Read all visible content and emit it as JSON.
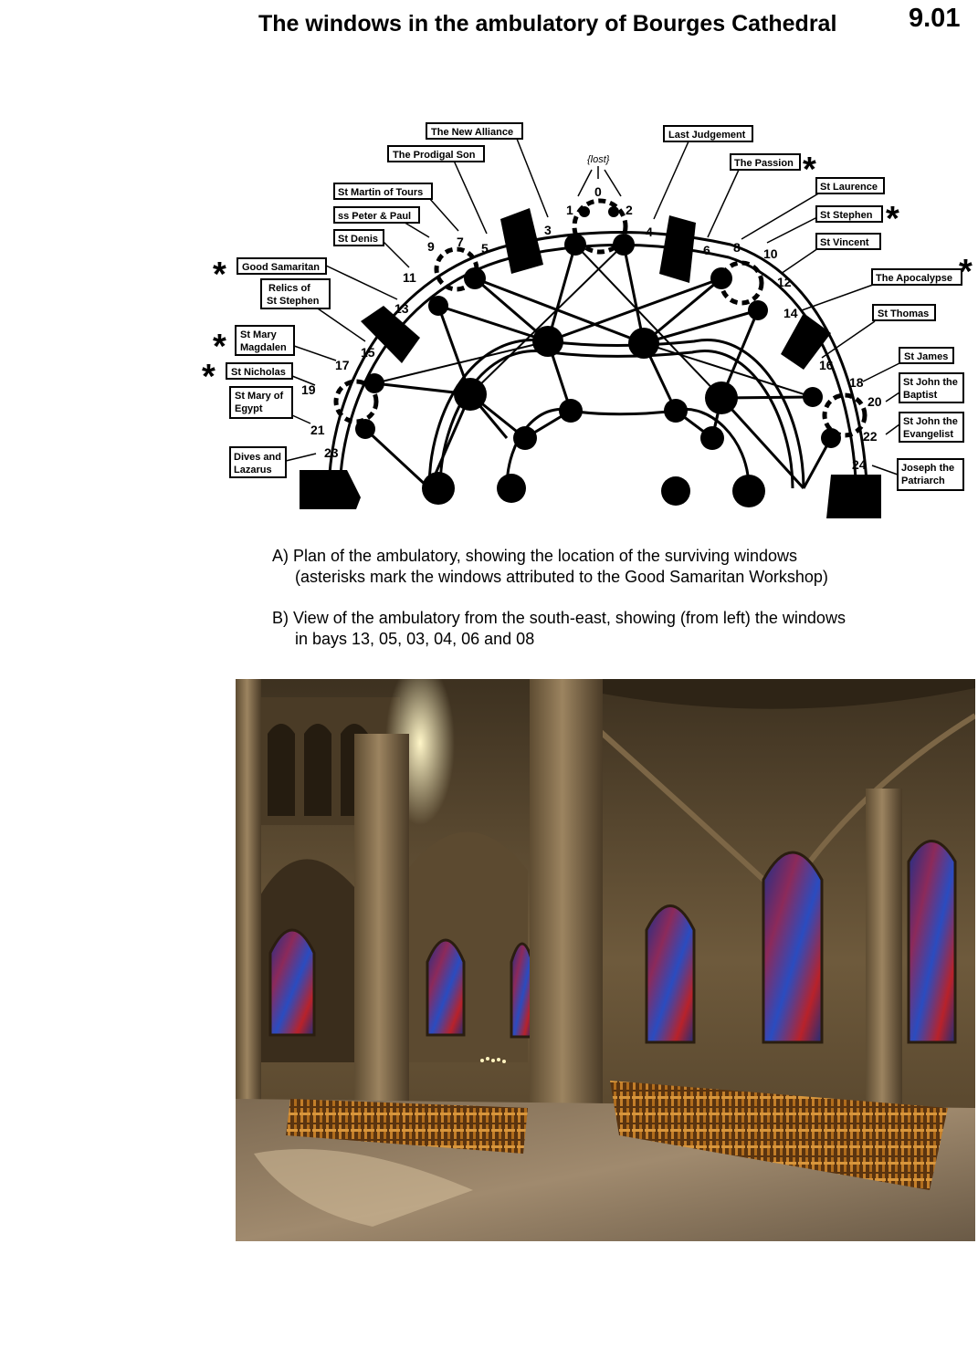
{
  "header": {
    "title": "The windows in the ambulatory of Bourges Cathedral",
    "page_number": "9.01"
  },
  "plan": {
    "lost_label": "{lost}",
    "asterisk": "*",
    "bay_numbers": [
      "0",
      "1",
      "2",
      "3",
      "4",
      "5",
      "6",
      "7",
      "8",
      "9",
      "10",
      "11",
      "12",
      "13",
      "14",
      "15",
      "16",
      "17",
      "18",
      "19",
      "20",
      "21",
      "22",
      "23",
      "24"
    ],
    "labels": {
      "new_alliance": "The New Alliance",
      "last_judgement": "Last Judgement",
      "prodigal_son": "The Prodigal Son",
      "passion": "The Passion",
      "martin": "St Martin of Tours",
      "laurence": "St Laurence",
      "peter_paul": "ss Peter & Paul",
      "stephen": "St Stephen",
      "denis": "St Denis",
      "vincent": "St Vincent",
      "good_samaritan": "Good Samaritan",
      "apocalypse": "The Apocalypse",
      "relics_1": "Relics of",
      "relics_2": "St Stephen",
      "thomas": "St Thomas",
      "mary_magdalen_1": "St Mary",
      "mary_magdalen_2": "Magdalen",
      "james": "St James",
      "nicholas": "St Nicholas",
      "john_baptist_1": "St John the",
      "john_baptist_2": "Baptist",
      "mary_egypt_1": "St Mary of",
      "mary_egypt_2": "Egypt",
      "john_evangelist_1": "St John the",
      "john_evangelist_2": "Evangelist",
      "dives_1": "Dives and",
      "dives_2": "Lazarus",
      "joseph_1": "Joseph the",
      "joseph_2": "Patriarch"
    }
  },
  "captions": {
    "a_line1": "A) Plan of the ambulatory, showing the location of the surviving windows",
    "a_line2": "(asterisks mark the windows attributed to the Good Samaritan Workshop)",
    "b_line1": "B) View of the ambulatory from the south-east, showing (from left) the windows",
    "b_line2": "in bays 13, 05, 03, 04, 06 and 08"
  },
  "colors": {
    "ink": "#000000",
    "stone": "#8a7352",
    "stone_dark": "#3e2f1c",
    "floor": "#b39a78",
    "chairs": "#b0701e",
    "glass_blue": "#2a3f9e",
    "glass_red": "#b8222a",
    "sunlight": "#fff2b0"
  }
}
